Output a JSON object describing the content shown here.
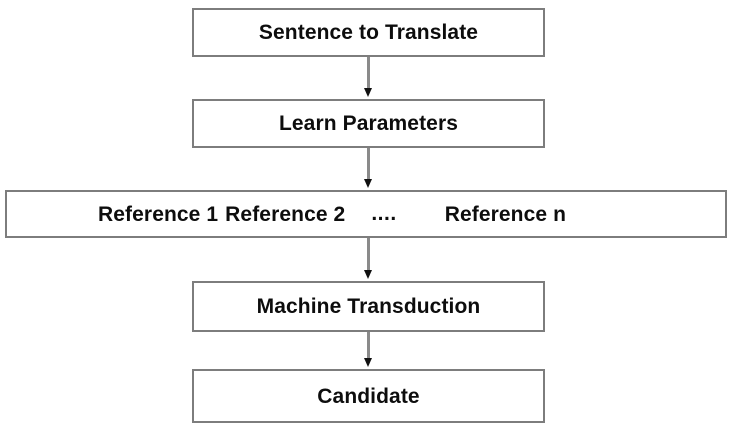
{
  "diagram": {
    "type": "flowchart",
    "orientation": "top-to-bottom",
    "background_color": "#ffffff",
    "box_border_color": "#7d7d7d",
    "text_color": "#0d0d0d",
    "arrow_line_color": "#8a8a8a",
    "arrow_head_color": "#101010",
    "nodes": [
      {
        "id": "sentence",
        "label": "Sentence to Translate"
      },
      {
        "id": "learn",
        "label": "Learn Parameters"
      },
      {
        "id": "references",
        "label": "Reference 1 Reference 2 .... Reference n"
      },
      {
        "id": "machine",
        "label": "Machine Transduction"
      },
      {
        "id": "candidate",
        "label": "Candidate"
      }
    ],
    "references_row": {
      "reference_first": "Reference 1",
      "reference_second": "Reference 2",
      "ellipsis": "....",
      "reference_last": "Reference n"
    },
    "edges": [
      {
        "id": "edge-1",
        "from": "sentence",
        "to": "learn",
        "style": "arrow-down"
      },
      {
        "id": "edge-2",
        "from": "learn",
        "to": "references",
        "style": "arrow-down"
      },
      {
        "id": "edge-3",
        "from": "references",
        "to": "machine",
        "style": "arrow-down"
      },
      {
        "id": "edge-4",
        "from": "machine",
        "to": "candidate",
        "style": "arrow-down"
      }
    ]
  }
}
